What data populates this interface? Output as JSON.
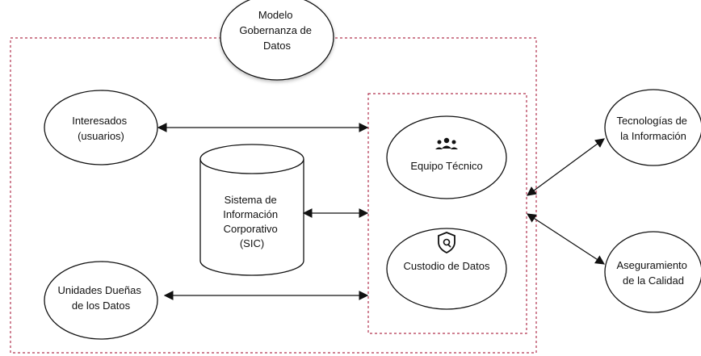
{
  "title": [
    "Modelo",
    "Gobernanza de",
    "Datos"
  ],
  "nodes": {
    "interesados": [
      "Interesados",
      "(usuarios)"
    ],
    "unidades": [
      "Unidades Dueñas",
      "de los Datos"
    ],
    "sic": [
      "Sistema de",
      "Información",
      "Corporativo",
      "(SIC)"
    ],
    "equipo": [
      "Equipo Técnico"
    ],
    "custodio": [
      "Custodio de Datos"
    ],
    "tecnologias": [
      "Tecnologías de",
      "la Información"
    ],
    "aseguramiento": [
      "Aseguramiento",
      "de la Calidad"
    ]
  },
  "icons": {
    "equipo": "team-icon",
    "custodio": "shield-lock-icon"
  },
  "colors": {
    "boundary": "#b2344f",
    "stroke": "#111111",
    "fill": "#ffffff"
  }
}
